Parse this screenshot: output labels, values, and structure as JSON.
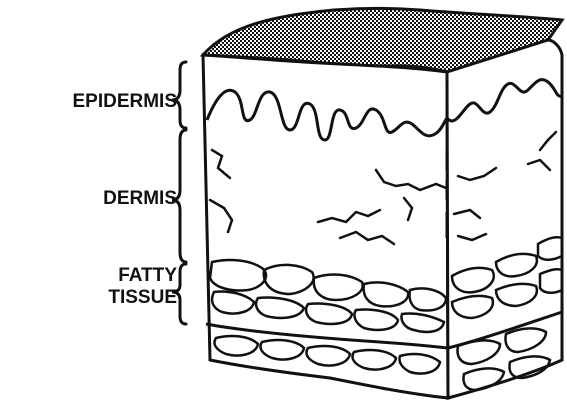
{
  "diagram": {
    "labels": [
      {
        "id": "epidermis",
        "lines": [
          "EPIDERMIS"
        ]
      },
      {
        "id": "dermis",
        "lines": [
          "DERMIS"
        ]
      },
      {
        "id": "fatty",
        "lines": [
          "FATTY",
          "TISSUE"
        ]
      }
    ]
  },
  "colors": {
    "ink": "#111111",
    "background": "#ffffff"
  }
}
